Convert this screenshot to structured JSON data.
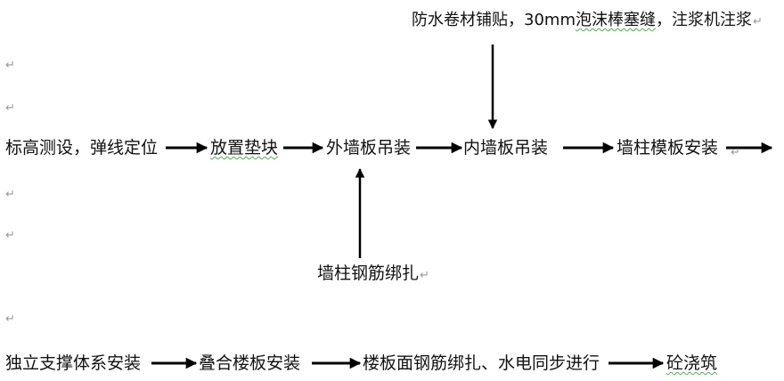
{
  "top_note": {
    "part1": "防水卷材铺贴，30mm",
    "part2": "泡沫棒塞缝",
    "part3": "，注浆机注浆"
  },
  "row1": [
    {
      "label": "标高测设，弹线定位"
    },
    {
      "label": "放置垫块"
    },
    {
      "label": "外墙板吊装"
    },
    {
      "label": "内墙板吊装"
    },
    {
      "label": "墙柱模板安装"
    }
  ],
  "side_input": {
    "label": "墙柱钢筋绑扎"
  },
  "row2": [
    {
      "label": "独立支撑体系安装"
    },
    {
      "label": "叠合楼板安装"
    },
    {
      "label": "楼板面钢筋绑扎、水电同步进行"
    },
    {
      "label": "砼浇筑"
    }
  ],
  "paragraph_mark": "↵",
  "colors": {
    "text": "#111111",
    "arrow": "#000000",
    "paragraph_mark": "#9a9a9a",
    "spellcheck_underline": "#4caf50"
  }
}
